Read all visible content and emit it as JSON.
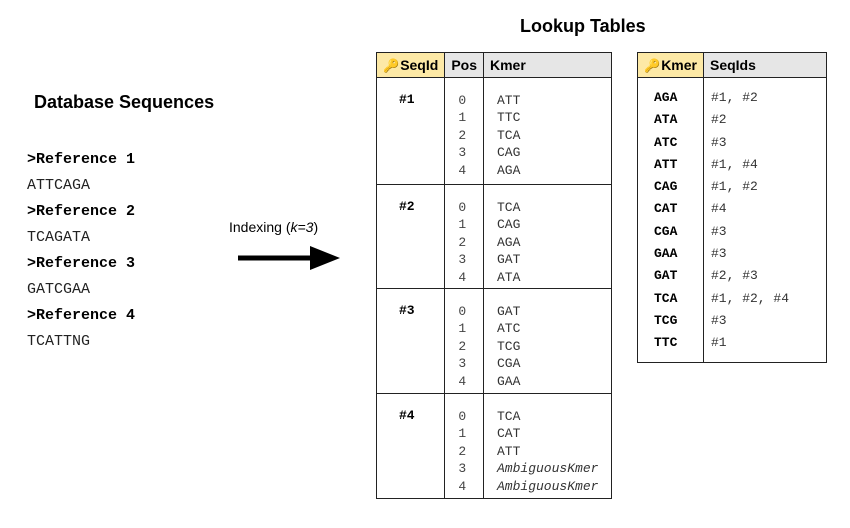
{
  "title": "Lookup Tables",
  "database": {
    "title": "Database Sequences",
    "entries": [
      {
        "header": ">Reference 1",
        "sequence": "ATTCAGA"
      },
      {
        "header": ">Reference 2",
        "sequence": "TCAGATA"
      },
      {
        "header": ">Reference 3",
        "sequence": "GATCGAA"
      },
      {
        "header": ">Reference 4",
        "sequence": "TCATTNG"
      }
    ]
  },
  "indexing": {
    "label_prefix": "Indexing (",
    "k": "k=3",
    "label_suffix": ")"
  },
  "table1": {
    "headers": [
      "SeqId",
      "Pos",
      "Kmer"
    ],
    "groups": [
      {
        "id": "#1",
        "pos": [
          "0",
          "1",
          "2",
          "3",
          "4"
        ],
        "kmers": [
          "ATT",
          "TTC",
          "TCA",
          "CAG",
          "AGA"
        ]
      },
      {
        "id": "#2",
        "pos": [
          "0",
          "1",
          "2",
          "3",
          "4"
        ],
        "kmers": [
          "TCA",
          "CAG",
          "AGA",
          "GAT",
          "ATA"
        ]
      },
      {
        "id": "#3",
        "pos": [
          "0",
          "1",
          "2",
          "3",
          "4"
        ],
        "kmers": [
          "GAT",
          "ATC",
          "TCG",
          "CGA",
          "GAA"
        ]
      },
      {
        "id": "#4",
        "pos": [
          "0",
          "1",
          "2",
          "3",
          "4"
        ],
        "kmers": [
          "TCA",
          "CAT",
          "ATT",
          "AmbiguousKmer",
          "AmbiguousKmer"
        ]
      }
    ]
  },
  "table2": {
    "headers": [
      "Kmer",
      "SeqIds"
    ],
    "rows": [
      {
        "kmer": "AGA",
        "ids": "#1, #2"
      },
      {
        "kmer": "ATA",
        "ids": "#2"
      },
      {
        "kmer": "ATC",
        "ids": "#3"
      },
      {
        "kmer": "ATT",
        "ids": "#1, #4"
      },
      {
        "kmer": "CAG",
        "ids": "#1, #2"
      },
      {
        "kmer": "CAT",
        "ids": "#4"
      },
      {
        "kmer": "CGA",
        "ids": "#3"
      },
      {
        "kmer": "GAA",
        "ids": "#3"
      },
      {
        "kmer": "GAT",
        "ids": "#2, #3"
      },
      {
        "kmer": "TCA",
        "ids": "#1, #2, #4"
      },
      {
        "kmer": "TCG",
        "ids": "#3"
      },
      {
        "kmer": "TTC",
        "ids": "#1"
      }
    ]
  },
  "colors": {
    "key_header": "#fde9a6",
    "header": "#e6e6e6",
    "border": "#222222"
  }
}
